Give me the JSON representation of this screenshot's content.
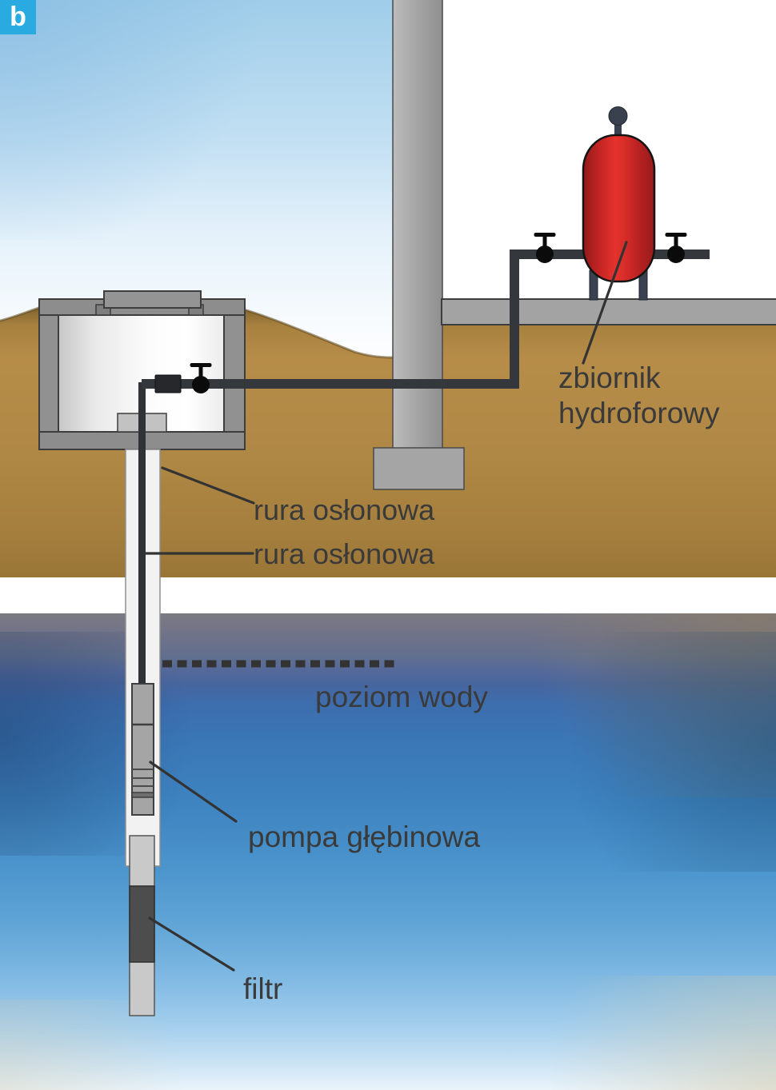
{
  "figure_badge": {
    "text": "b",
    "background": "#29abe2"
  },
  "labels": {
    "tank": {
      "text": "zbiornik\nhydroforowy"
    },
    "casing_upper": {
      "text": "rura osłonowa"
    },
    "casing_lower": {
      "text": "rura osłonowa"
    },
    "water_level": {
      "text": "poziom wody"
    },
    "pump": {
      "text": "pompa głębinowa"
    },
    "filter": {
      "text": "filtr"
    }
  },
  "colors": {
    "badge_blue": "#29abe2",
    "tank_red": "#d92b27",
    "pipe_dark": "#34383c",
    "valve_black": "#0b0b0b",
    "soil_brown": "#b18845",
    "water_blue": "#3f86c2",
    "water_surface_gray": "#6f7289",
    "concrete_gray": "#949494",
    "casing_white": "#f2f2f2",
    "pump_gray": "#a5a5a5",
    "filter_dark": "#4d4d4d",
    "label_text": "#3a3a3a"
  }
}
